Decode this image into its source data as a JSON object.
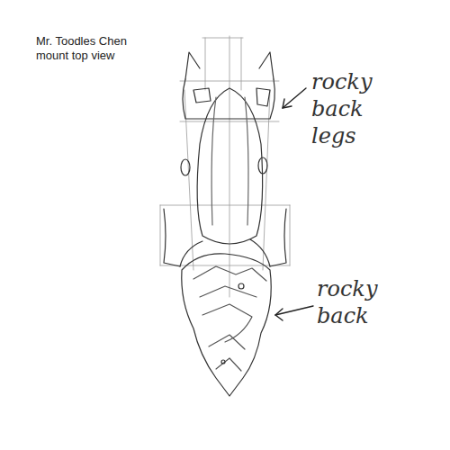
{
  "diagram": {
    "title": "Mr. Toodles Chen mount top view",
    "labels": [
      "rocky back legs",
      "rocky back"
    ]
  }
}
